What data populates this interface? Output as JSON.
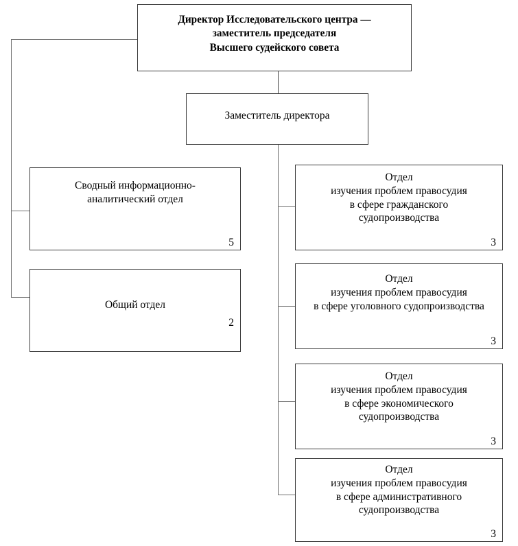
{
  "diagram": {
    "title_node": {
      "text": "Директор Исследовательского центра —\nзаместитель председателя\nВысшего судейского совета"
    },
    "deputy_node": {
      "text": "Заместитель директора"
    },
    "left_departments": [
      {
        "text": "Сводный информационно-\nаналитический отдел",
        "count": "5"
      },
      {
        "text": "Общий отдел",
        "count": "2"
      }
    ],
    "right_departments": [
      {
        "text": "Отдел\nизучения проблем правосудия\nв сфере гражданского\nсудопроизводства",
        "count": "3"
      },
      {
        "text": "Отдел\nизучения проблем правосудия\nв сфере уголовного судопроизводства",
        "count": "3"
      },
      {
        "text": "Отдел\nизучения проблем правосудия\nв сфере экономического\nсудопроизводства",
        "count": "3"
      },
      {
        "text": "Отдел\nизучения проблем правосудия\nв сфере административного\nсудопроизводства",
        "count": "3"
      }
    ]
  }
}
